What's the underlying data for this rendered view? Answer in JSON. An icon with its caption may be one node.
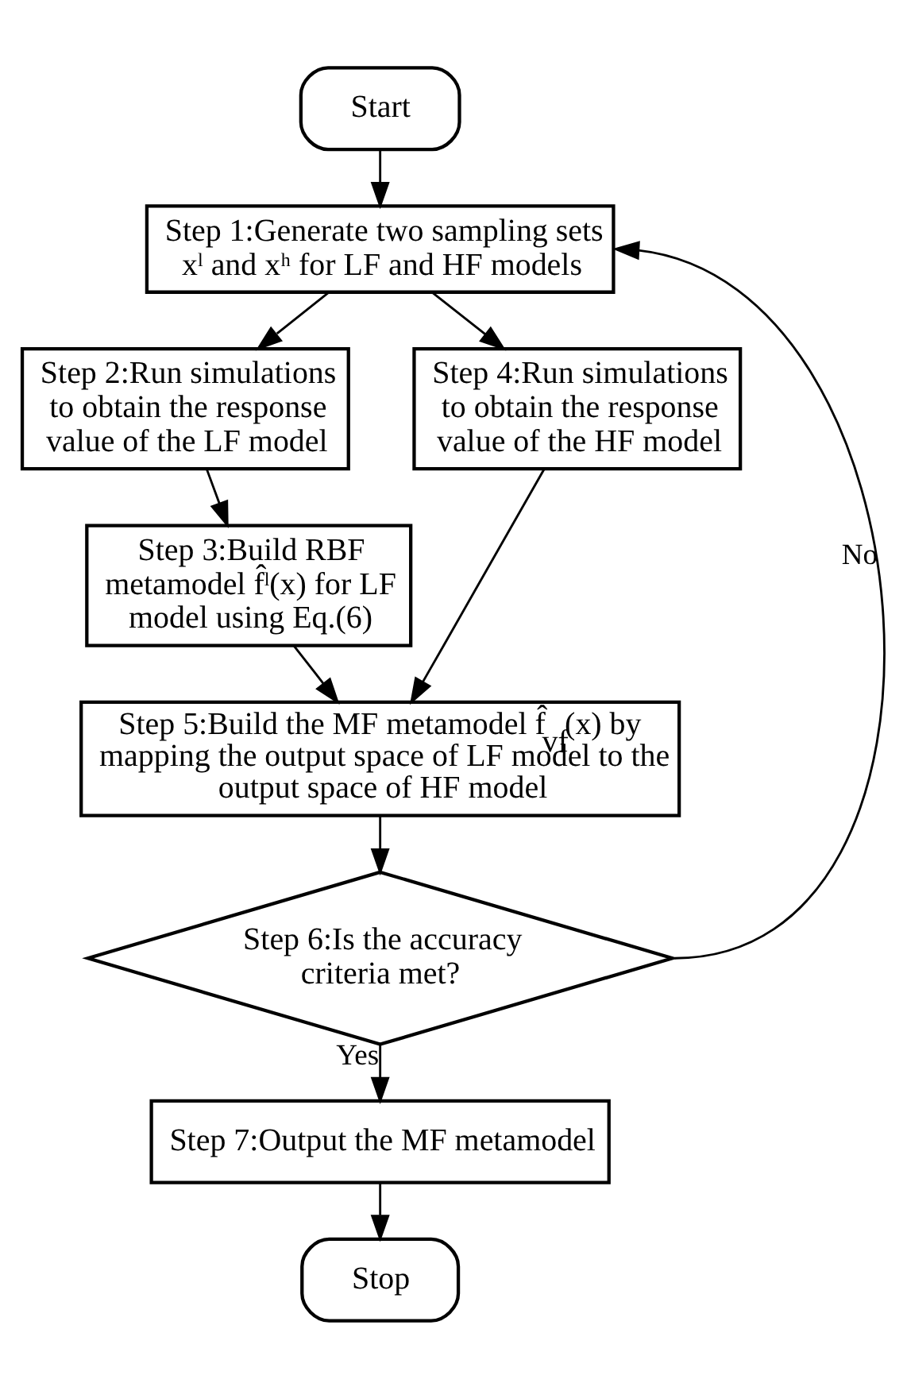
{
  "diagram": {
    "nodes": [
      {
        "text": [
          "Start"
        ]
      },
      {
        "text": [
          "Step 1:Generate two sampling sets xˡ and xʰ for LF and HF models"
        ]
      },
      {
        "text": [
          "Step 2:Run simulations to obtain the response value of the LF model"
        ]
      },
      {
        "text": [
          "Step 3:Build RBF metamodel f̂ˡ(x) for LF model using Eq.(6)"
        ]
      },
      {
        "text": [
          "Step 4:Run simulations to obtain the response value of the HF model"
        ]
      },
      {
        "text": [
          "Step 5:Build the MF metamodel f̂$_{vf}$(x) by mapping the output space of LF model to the output space of HF model"
        ]
      },
      {
        "text": [
          "Step 6:Is the accuracy criteria met?"
        ]
      },
      {
        "text": [
          "Step 7:Output the MF metamodel"
        ]
      },
      {
        "text": [
          "Stop"
        ]
      }
    ],
    "edges": [
      {
        "from": 0,
        "to": 1,
        "arrow": "to"
      },
      {
        "from": 1,
        "to": 2,
        "arrow": "to"
      },
      {
        "from": 1,
        "to": 4,
        "arrow": "to"
      },
      {
        "from": 2,
        "to": 3,
        "arrow": "to"
      },
      {
        "from": 3,
        "to": 5,
        "arrow": "to"
      },
      {
        "from": 4,
        "to": 5,
        "arrow": "to"
      },
      {
        "from": 5,
        "to": 6,
        "arrow": "to"
      },
      {
        "from": 6,
        "to": 1,
        "arrow": "to",
        "label": "No"
      },
      {
        "from": 6,
        "to": 7,
        "arrow": "to",
        "label": "Yes"
      },
      {
        "from": 7,
        "to": 8,
        "arrow": "to"
      }
    ]
  }
}
